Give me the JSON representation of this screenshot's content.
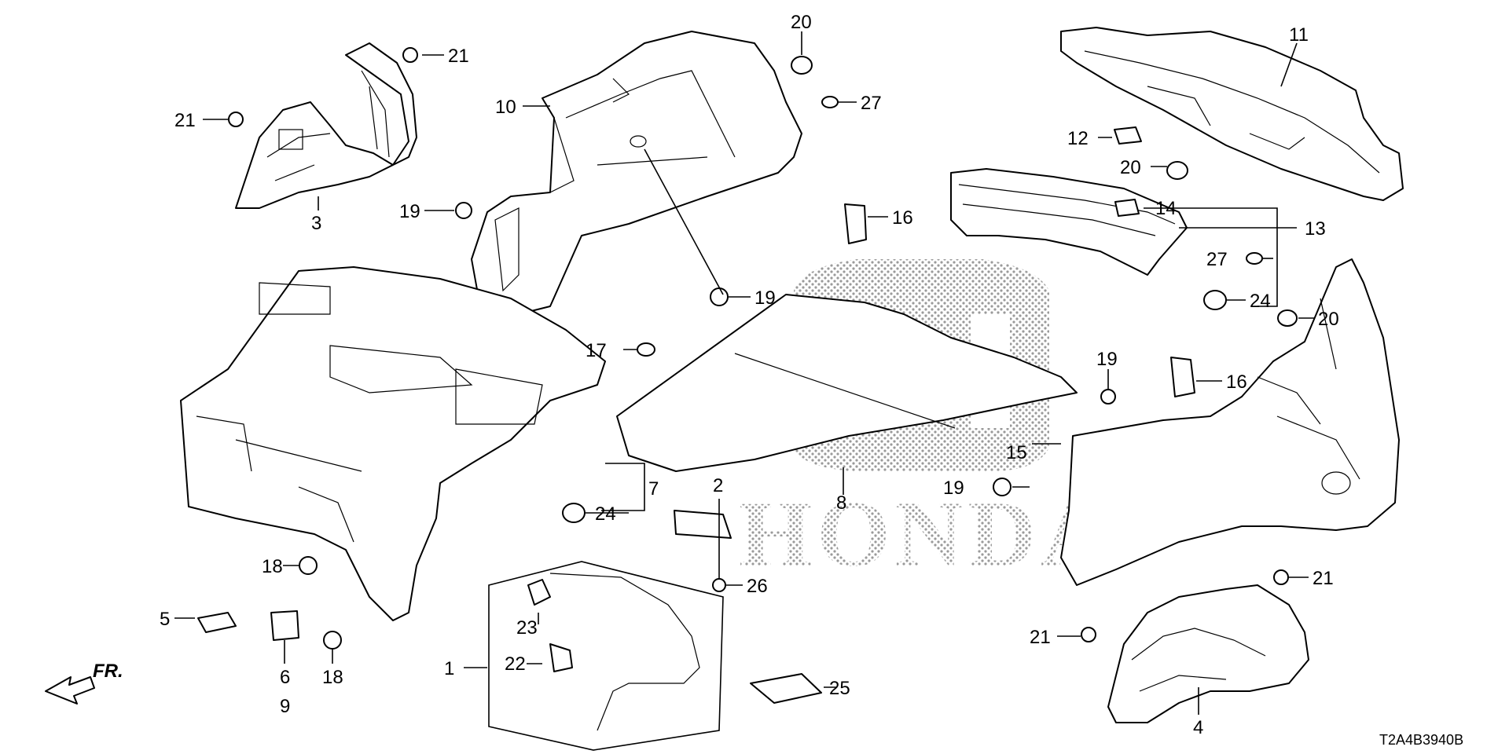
{
  "diagram": {
    "logo_text": "HONDA",
    "diagram_code": "T2A4B3940B",
    "front_indicator": "FR.",
    "labels": [
      {
        "id": "c1",
        "text": "1"
      },
      {
        "id": "c2",
        "text": "2"
      },
      {
        "id": "c3",
        "text": "3"
      },
      {
        "id": "c4",
        "text": "4"
      },
      {
        "id": "c5",
        "text": "5"
      },
      {
        "id": "c6",
        "text": "6"
      },
      {
        "id": "c7",
        "text": "7"
      },
      {
        "id": "c8",
        "text": "8"
      },
      {
        "id": "c9",
        "text": "9"
      },
      {
        "id": "c10",
        "text": "10"
      },
      {
        "id": "c11",
        "text": "11"
      },
      {
        "id": "c12",
        "text": "12"
      },
      {
        "id": "c13",
        "text": "13"
      },
      {
        "id": "c14",
        "text": "14"
      },
      {
        "id": "c15",
        "text": "15"
      },
      {
        "id": "c16a",
        "text": "16"
      },
      {
        "id": "c16b",
        "text": "16"
      },
      {
        "id": "c17",
        "text": "17"
      },
      {
        "id": "c18a",
        "text": "18"
      },
      {
        "id": "c18b",
        "text": "18"
      },
      {
        "id": "c19a",
        "text": "19"
      },
      {
        "id": "c19b",
        "text": "19"
      },
      {
        "id": "c19c",
        "text": "19"
      },
      {
        "id": "c19d",
        "text": "19"
      },
      {
        "id": "c20a",
        "text": "20"
      },
      {
        "id": "c20b",
        "text": "20"
      },
      {
        "id": "c20c",
        "text": "20"
      },
      {
        "id": "c21a",
        "text": "21"
      },
      {
        "id": "c21b",
        "text": "21"
      },
      {
        "id": "c21c",
        "text": "21"
      },
      {
        "id": "c21d",
        "text": "21"
      },
      {
        "id": "c22",
        "text": "22"
      },
      {
        "id": "c23",
        "text": "23"
      },
      {
        "id": "c24a",
        "text": "24"
      },
      {
        "id": "c24b",
        "text": "24"
      },
      {
        "id": "c25",
        "text": "25"
      },
      {
        "id": "c26",
        "text": "26"
      },
      {
        "id": "c27a",
        "text": "27"
      },
      {
        "id": "c27b",
        "text": "27"
      }
    ]
  }
}
